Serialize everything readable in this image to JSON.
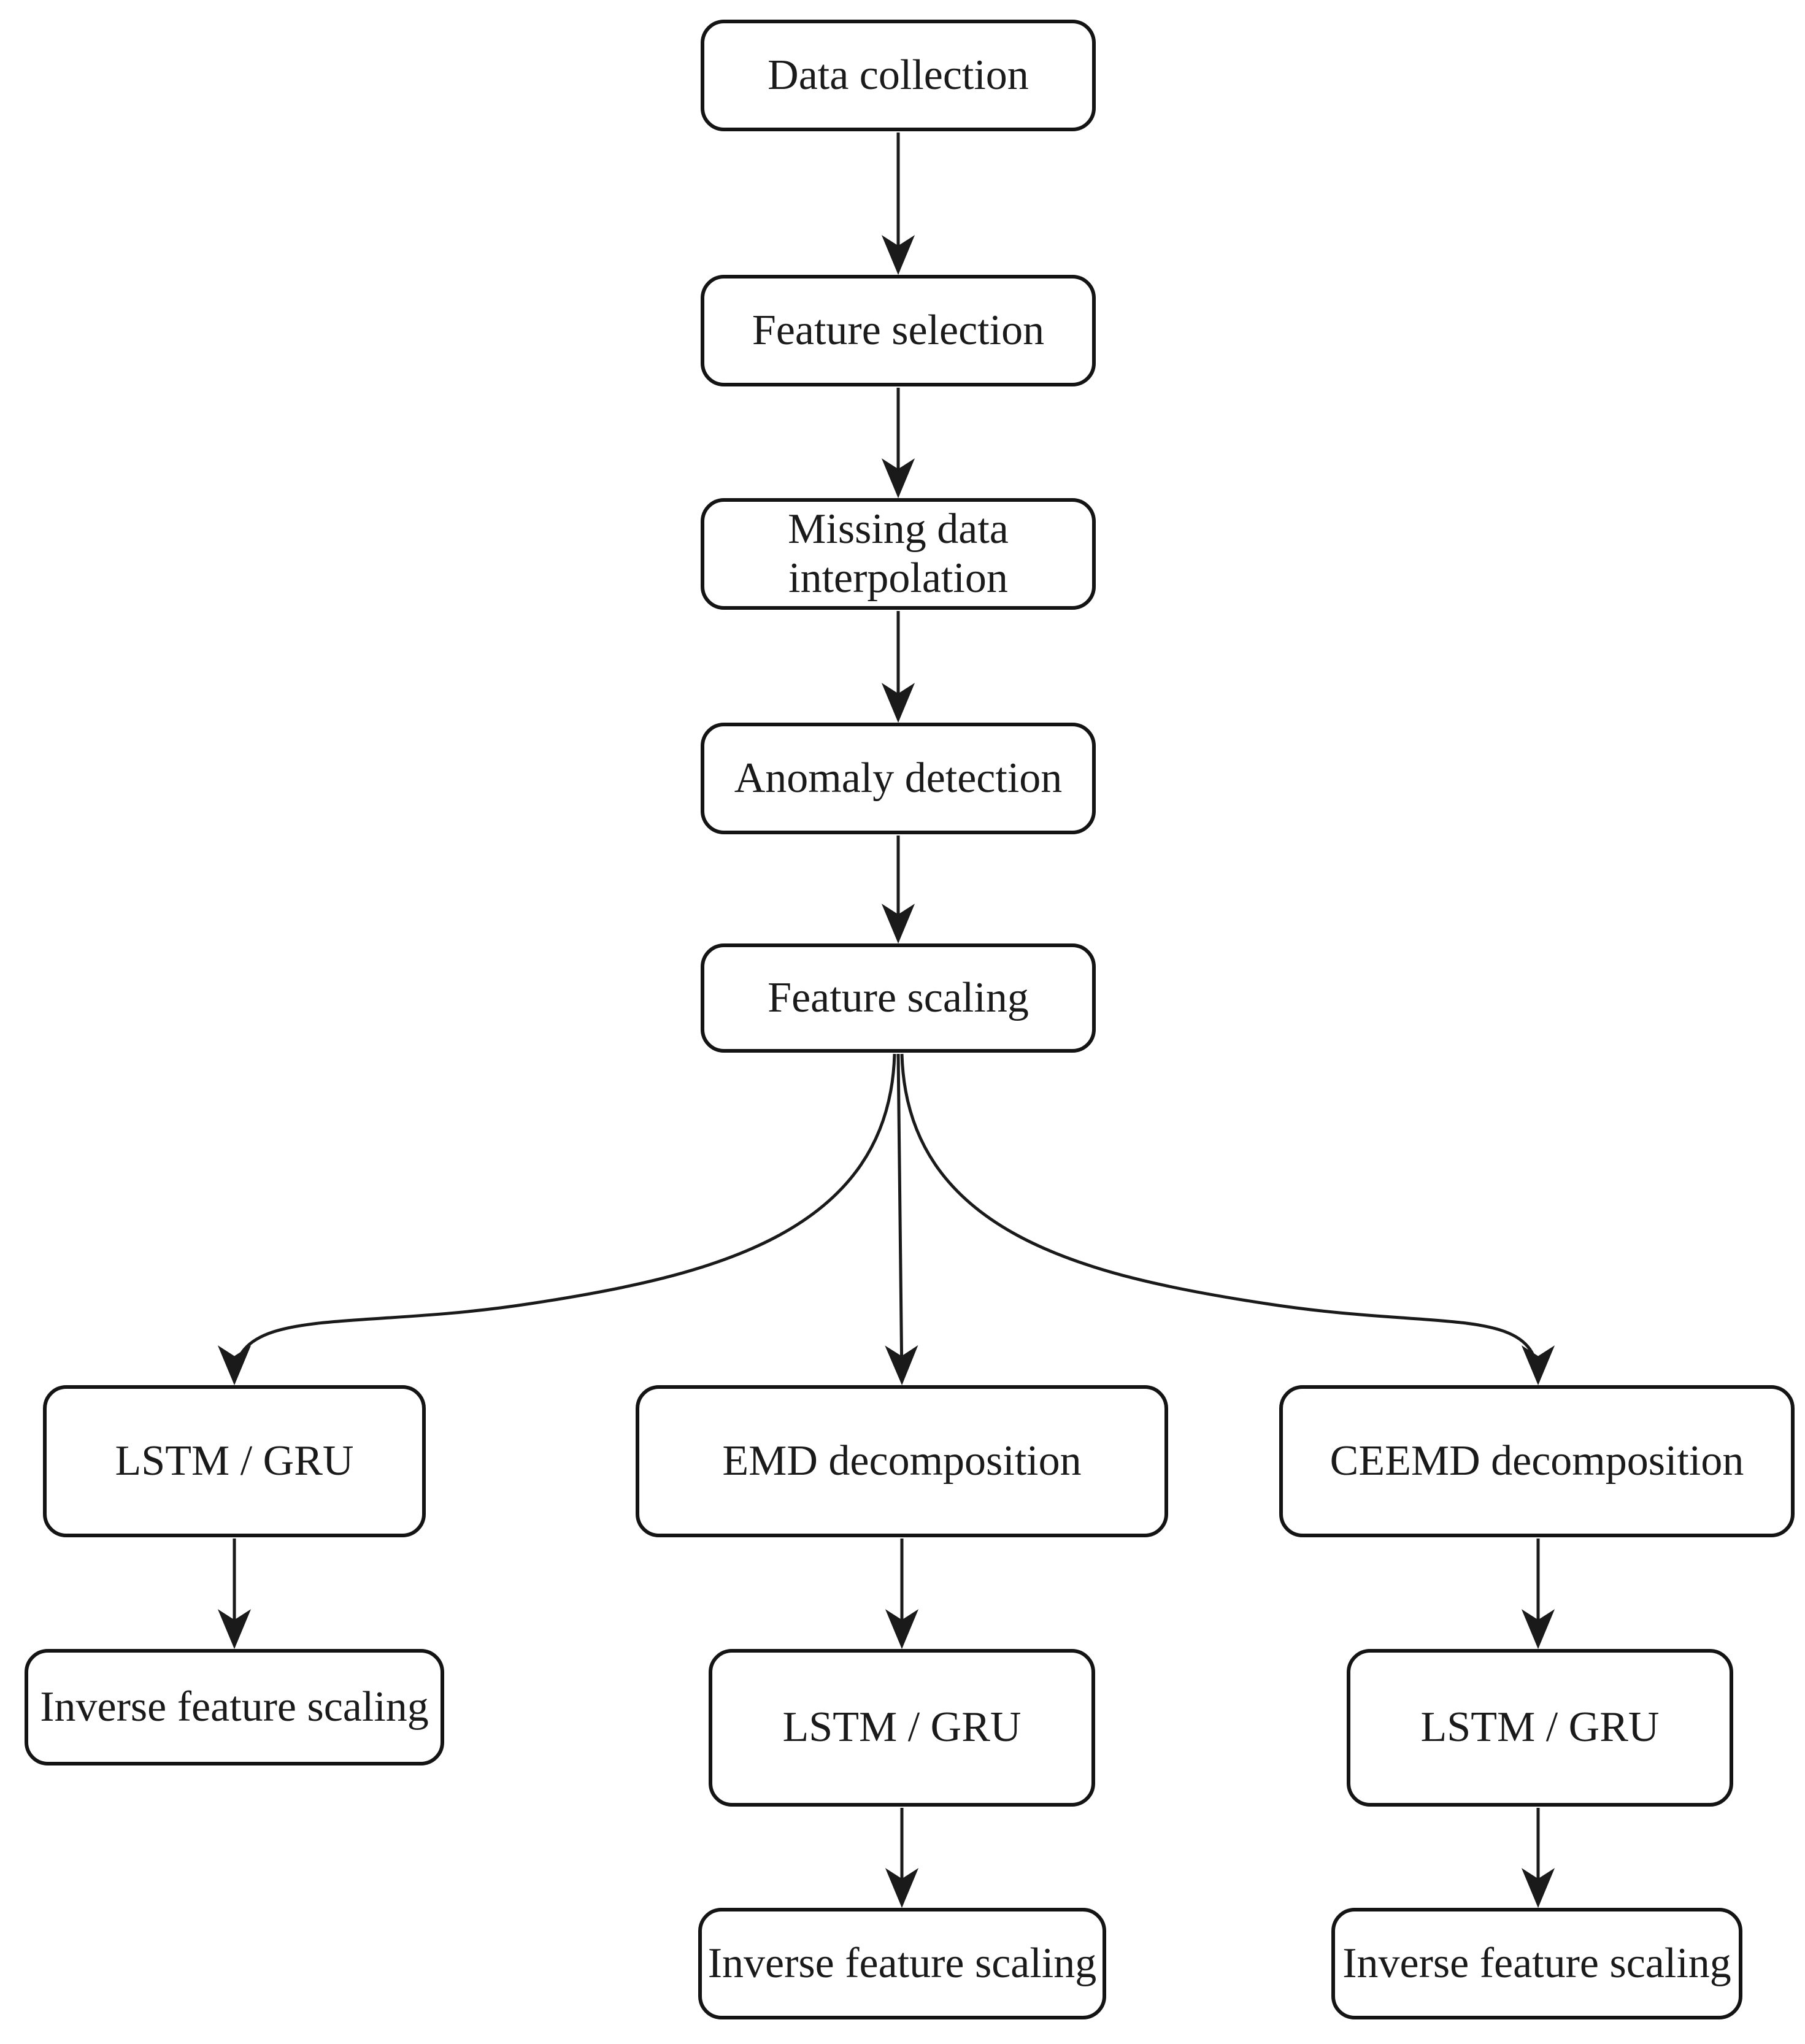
{
  "figure": {
    "type": "flowchart",
    "background_color": "#ffffff",
    "line_color": "#1a1a1a",
    "text_color": "#1a1a1a"
  },
  "nodes": [
    {
      "id": "data-collection",
      "label": "Data collection"
    },
    {
      "id": "feature-selection",
      "label": "Feature selection"
    },
    {
      "id": "missing-data-interpolation",
      "label": "Missing data interpolation"
    },
    {
      "id": "anomaly-detection",
      "label": "Anomaly detection"
    },
    {
      "id": "feature-scaling",
      "label": "Feature scaling"
    },
    {
      "id": "lstm-gru-left",
      "label": "LSTM / GRU"
    },
    {
      "id": "inverse-scaling-left",
      "label": "Inverse feature scaling"
    },
    {
      "id": "emd-decomposition",
      "label": "EMD decomposition"
    },
    {
      "id": "lstm-gru-middle",
      "label": "LSTM / GRU"
    },
    {
      "id": "inverse-scaling-middle",
      "label": "Inverse feature scaling"
    },
    {
      "id": "ceemd-decomposition",
      "label": "CEEMD decomposition"
    },
    {
      "id": "lstm-gru-right",
      "label": "LSTM / GRU"
    },
    {
      "id": "inverse-scaling-right",
      "label": "Inverse feature scaling"
    }
  ],
  "edges": [
    {
      "from": "data-collection",
      "to": "feature-selection"
    },
    {
      "from": "feature-selection",
      "to": "missing-data-interpolation"
    },
    {
      "from": "missing-data-interpolation",
      "to": "anomaly-detection"
    },
    {
      "from": "anomaly-detection",
      "to": "feature-scaling"
    },
    {
      "from": "feature-scaling",
      "to": "lstm-gru-left"
    },
    {
      "from": "feature-scaling",
      "to": "emd-decomposition"
    },
    {
      "from": "feature-scaling",
      "to": "ceemd-decomposition"
    },
    {
      "from": "lstm-gru-left",
      "to": "inverse-scaling-left"
    },
    {
      "from": "emd-decomposition",
      "to": "lstm-gru-middle"
    },
    {
      "from": "lstm-gru-middle",
      "to": "inverse-scaling-middle"
    },
    {
      "from": "ceemd-decomposition",
      "to": "lstm-gru-right"
    },
    {
      "from": "lstm-gru-right",
      "to": "inverse-scaling-right"
    }
  ]
}
